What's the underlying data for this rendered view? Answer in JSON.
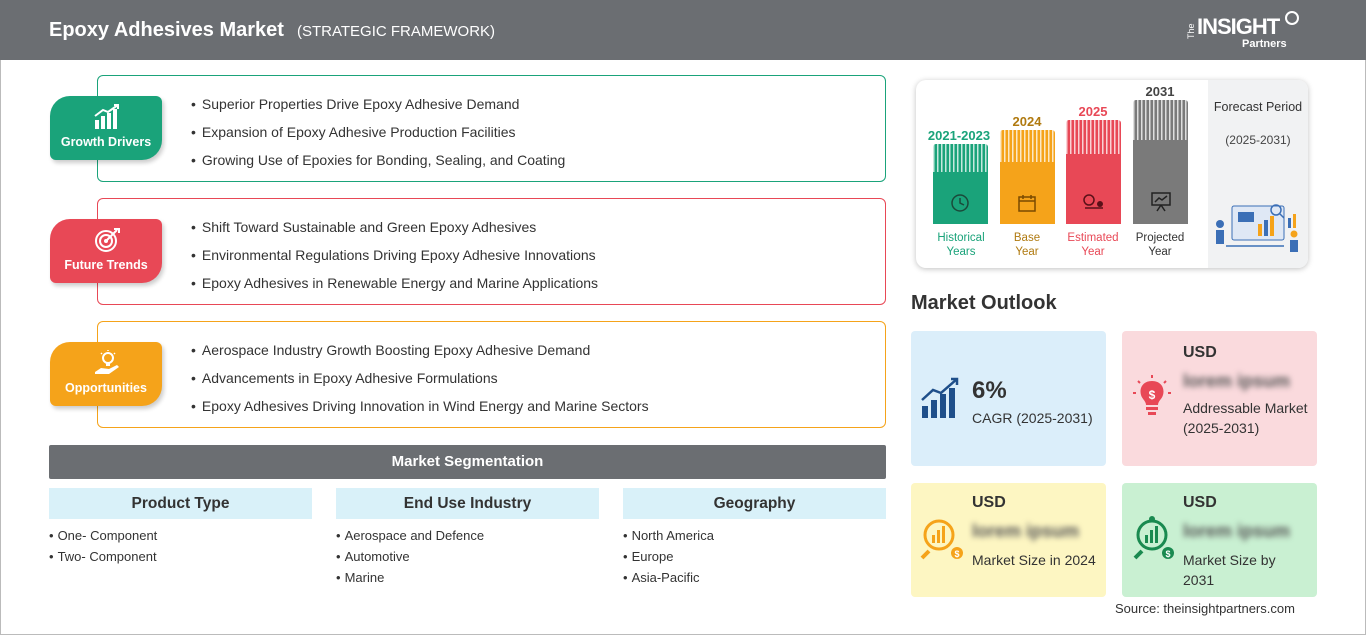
{
  "header": {
    "title": "Epoxy Adhesives Market",
    "subtitle": "(STRATEGIC FRAMEWORK)",
    "logo": {
      "the": "The",
      "insight": "INSIGHT",
      "partners": "Partners"
    }
  },
  "colors": {
    "header_bg": "#6b6e72",
    "growth": "#1aa37a",
    "trends": "#e84856",
    "opportunities": "#f5a31a",
    "historical": "#1aa37a",
    "base": "#f5a31a",
    "estimated": "#e84856",
    "projected": "#7a7a7a",
    "cagr_bg": "#dbeefa",
    "addressable_bg": "#fadadd",
    "size2024_bg": "#fdf6c2",
    "size2031_bg": "#c9f0d2"
  },
  "sections": {
    "growth": {
      "label": "Growth Drivers",
      "icon": "bar-chart-growth-icon",
      "items": [
        "Superior Properties Drive Epoxy Adhesive Demand",
        "Expansion of Epoxy Adhesive Production Facilities",
        "Growing Use of Epoxies for Bonding, Sealing, and Coating"
      ]
    },
    "trends": {
      "label": "Future Trends",
      "icon": "target-icon",
      "items": [
        "Shift Toward Sustainable and Green Epoxy Adhesives",
        "Environmental Regulations Driving Epoxy Adhesive Innovations",
        "Epoxy Adhesives in Renewable Energy and Marine Applications"
      ]
    },
    "opportunities": {
      "label": "Opportunities",
      "icon": "hand-lightbulb-icon",
      "items": [
        "Aerospace Industry Growth Boosting Epoxy Adhesive Demand",
        "Advancements in Epoxy Adhesive Formulations",
        "Epoxy Adhesives Driving Innovation in Wind Energy and Marine Sectors"
      ]
    }
  },
  "segmentation": {
    "title": "Market Segmentation",
    "columns": [
      {
        "head": "Product Type",
        "items": [
          "One- Component",
          "Two- Component"
        ]
      },
      {
        "head": "End Use Industry",
        "items": [
          "Aerospace and Defence",
          "Automotive",
          "Marine"
        ]
      },
      {
        "head": "Geography",
        "items": [
          "North America",
          "Europe",
          "Asia-Pacific"
        ]
      }
    ]
  },
  "timeline": {
    "periods": [
      {
        "year": "2021-2023",
        "label1": "Historical",
        "label2": "Years",
        "icon": "history-clock-icon"
      },
      {
        "year": "2024",
        "label1": "Base",
        "label2": "Year",
        "icon": "calendar-icon"
      },
      {
        "year": "2025",
        "label1": "Estimated",
        "label2": "Year",
        "icon": "estimate-gears-icon"
      },
      {
        "year": "2031",
        "label1": "Projected",
        "label2": "Year",
        "icon": "presentation-board-icon"
      }
    ],
    "forecast_title": "Forecast Period",
    "forecast_range": "(2025-2031)"
  },
  "outlook": {
    "title": "Market Outlook",
    "cagr": {
      "value": "6%",
      "desc": "CAGR (2025-2031)"
    },
    "addressable": {
      "usd": "USD",
      "value": "lorem ipsum",
      "desc": "Addressable Market (2025-2031)"
    },
    "size_2024": {
      "usd": "USD",
      "value": "lorem ipsum",
      "desc": "Market Size in 2024"
    },
    "size_2031": {
      "usd": "USD",
      "value": "lorem ipsum",
      "desc": "Market Size by 2031"
    }
  },
  "source": "Source: theinsightpartners.com"
}
